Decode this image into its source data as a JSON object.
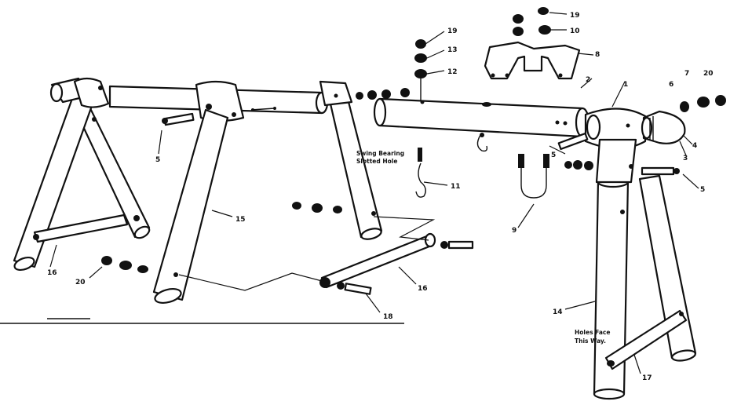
{
  "callouts": {
    "c1": "1",
    "c2": "2",
    "c3": "3",
    "c4": "4",
    "c5a": "5",
    "c5b": "5",
    "c5c": "5",
    "c6": "6",
    "c7": "7",
    "c8": "8",
    "c9": "9",
    "c10": "10",
    "c11": "11",
    "c12": "12",
    "c13": "13",
    "c14": "14",
    "c15": "15",
    "c16a": "16",
    "c16b": "16",
    "c17": "17",
    "c18": "18",
    "c19a": "19",
    "c19b": "19",
    "c20a": "20",
    "c20b": "20"
  },
  "notes": {
    "swing_bearing_line1": "Swing Bearing",
    "swing_bearing_line2": "Slotted Hole",
    "holes_face_line1": "Holes Face",
    "holes_face_line2": "This Way."
  }
}
